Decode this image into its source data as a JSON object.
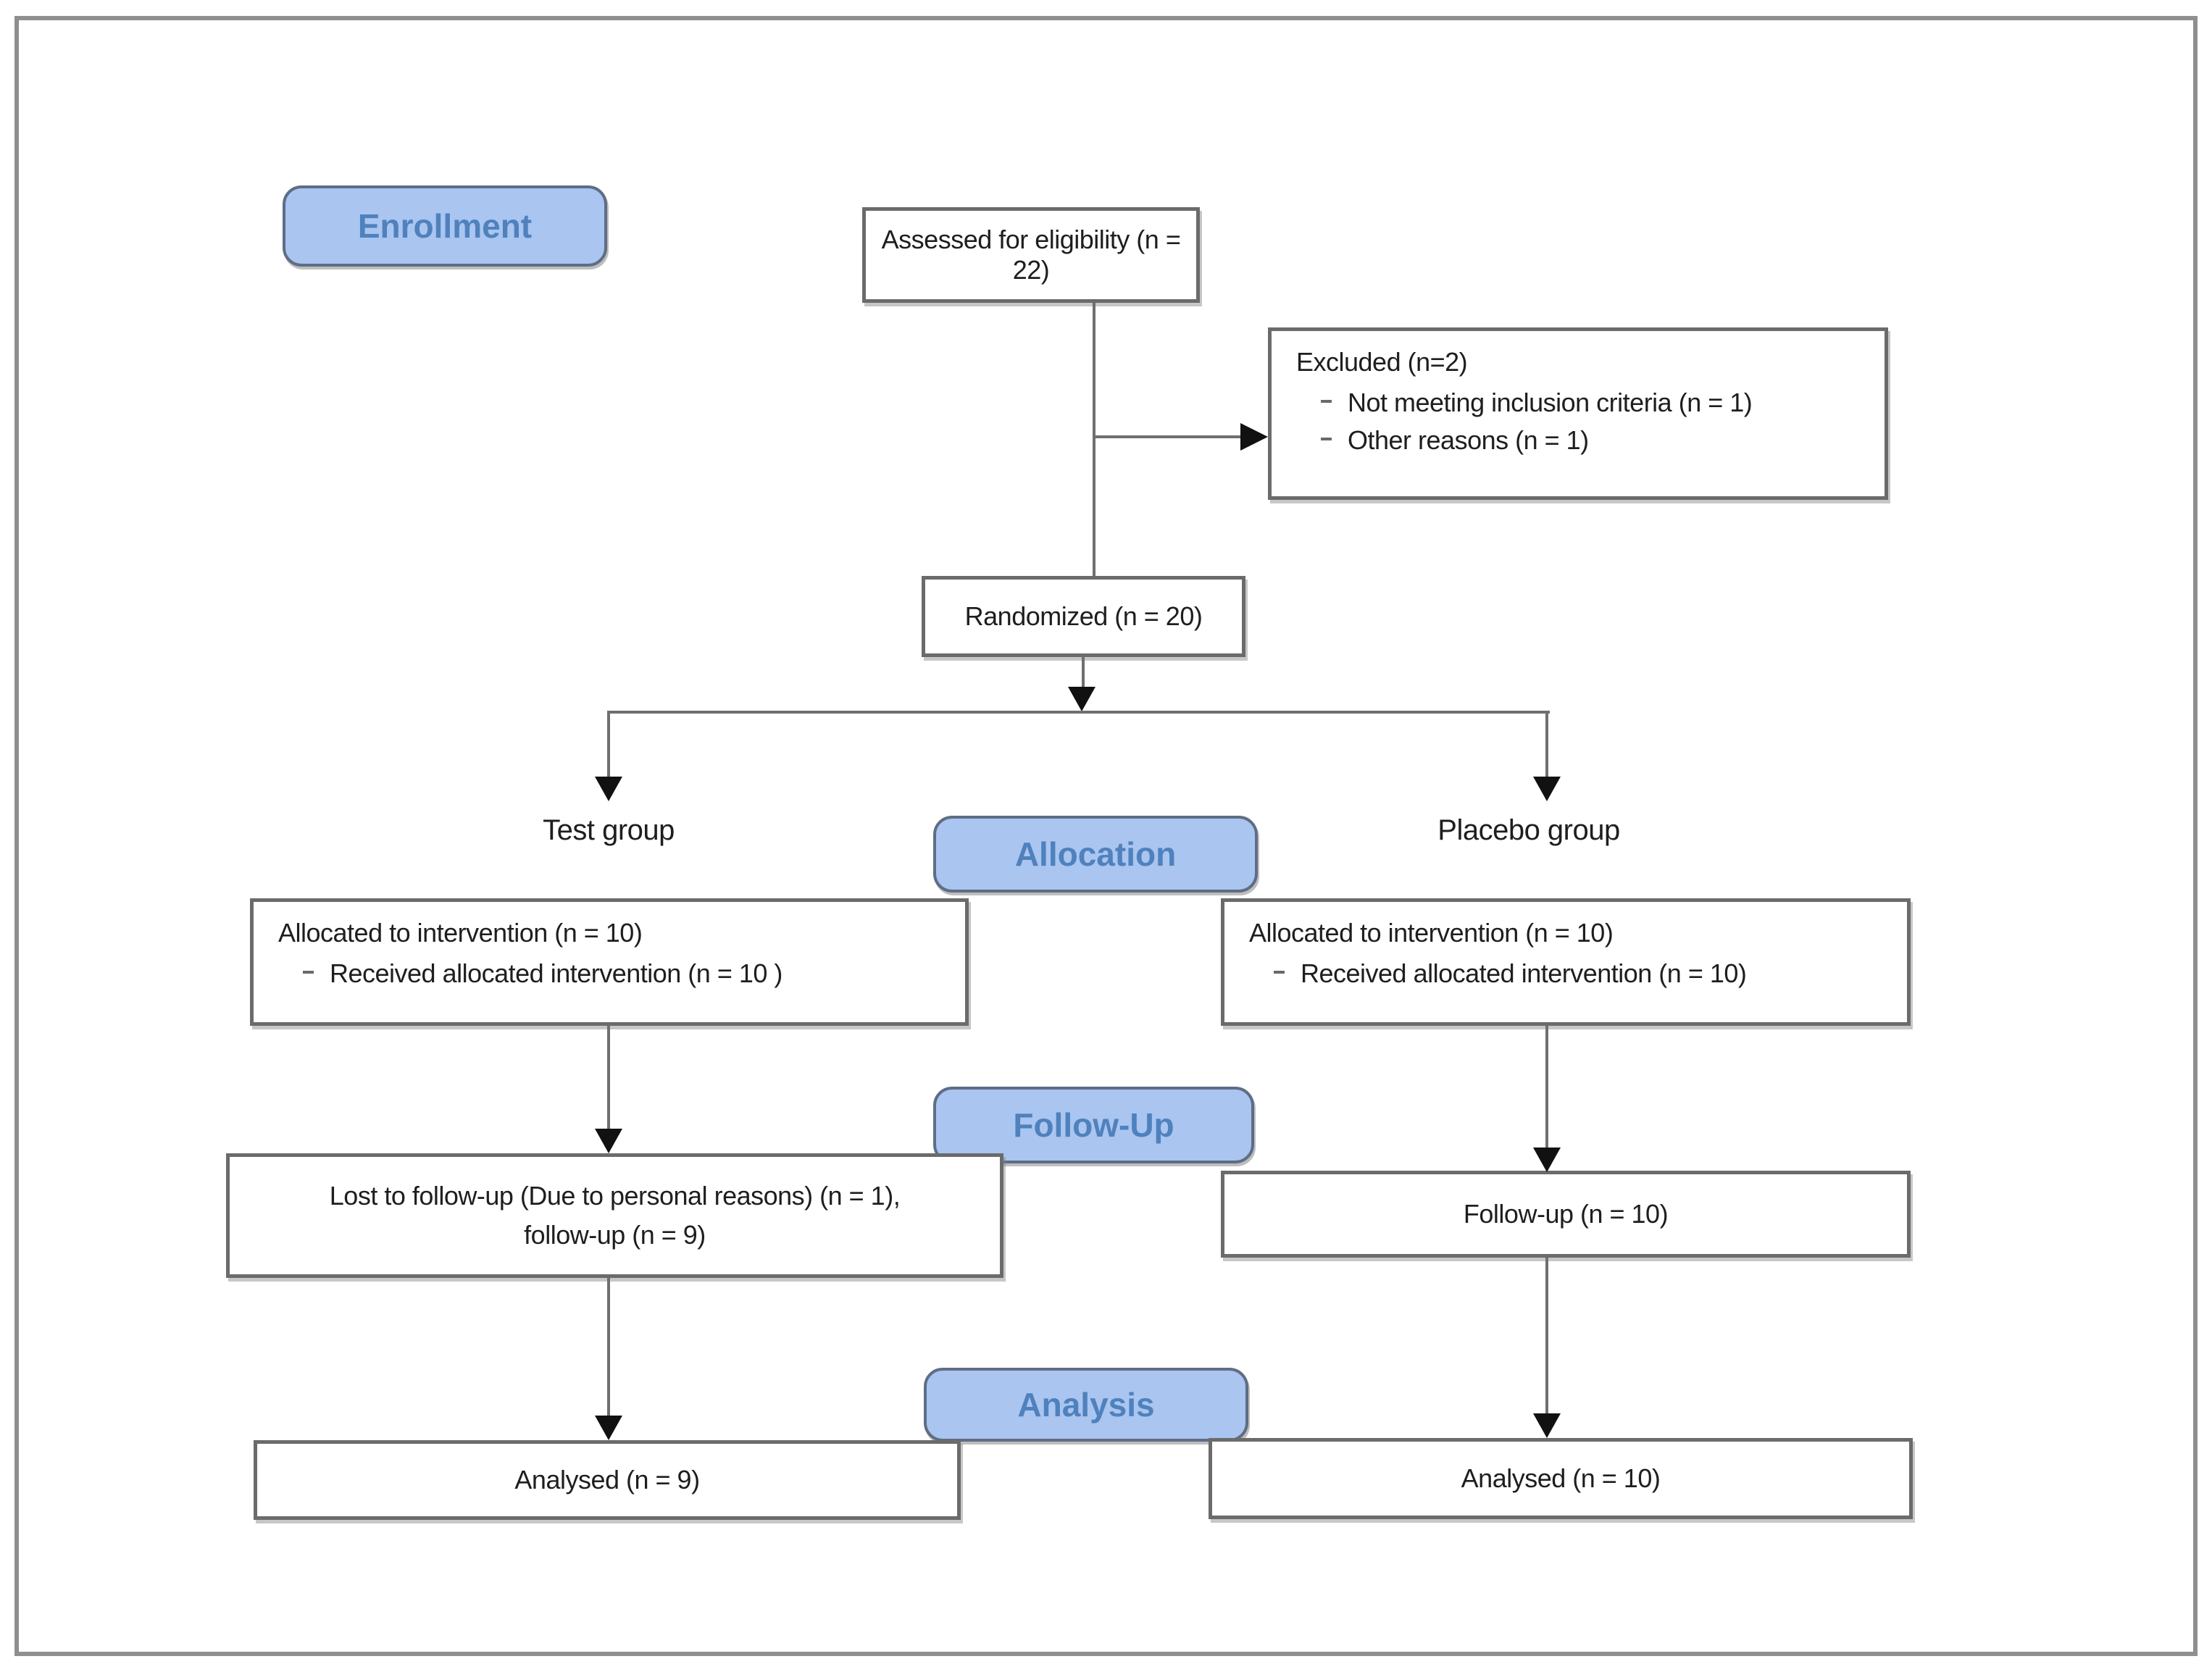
{
  "diagram": {
    "type": "consort-flow",
    "stages": {
      "enrollment": "Enrollment",
      "allocation": "Allocation",
      "follow_up": "Follow-Up",
      "analysis": "Analysis"
    },
    "nodes": {
      "assessed": "Assessed for eligibility (n = 22)",
      "excluded_title": "Excluded (n=2)",
      "excluded_items": [
        "Not meeting inclusion criteria (n = 1)",
        "Other reasons (n = 1)"
      ],
      "randomized": "Randomized (n = 20)",
      "test_group_label": "Test group",
      "placebo_group_label": "Placebo group",
      "alloc_left_title": "Allocated to intervention (n = 10)",
      "alloc_left_item": "Received allocated intervention (n = 10 )",
      "alloc_right_title": "Allocated to intervention (n = 10)",
      "alloc_right_item": "Received allocated intervention (n = 10)",
      "lost_followup_line1": "Lost to follow-up (Due to personal reasons) (n = 1),",
      "lost_followup_line2": "follow-up (n = 9)",
      "followup_right": "Follow-up (n = 10)",
      "analysed_left": "Analysed (n = 9)",
      "analysed_right": "Analysed (n = 10)"
    },
    "colors": {
      "stage_fill": "#a9c5f0",
      "stage_border": "#5f6d85",
      "stage_text": "#4f81bd",
      "box_border": "#6b6b6b",
      "line": "#6f6f6f",
      "arrow": "#111111",
      "text": "#1e1e1e",
      "frame_border": "#8f8f8f"
    }
  }
}
